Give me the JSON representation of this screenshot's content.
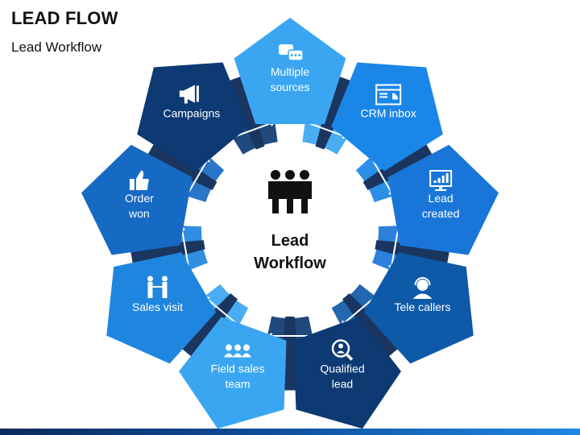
{
  "header": {
    "title": "LEAD FLOW",
    "subtitle": "Lead Workflow"
  },
  "center": {
    "lines": [
      "Lead",
      "Workflow"
    ],
    "icon": "team-people-icon"
  },
  "steps": [
    {
      "lines": [
        "Multiple",
        "sources"
      ],
      "icon": "chat-bubbles-icon",
      "color": "#3aa6f2"
    },
    {
      "lines": [
        "CRM inbox"
      ],
      "icon": "browser-chart-icon",
      "color": "#1a86e8"
    },
    {
      "lines": [
        "Lead",
        "created"
      ],
      "icon": "monitor-chart-icon",
      "color": "#1976d8"
    },
    {
      "lines": [
        "Tele callers"
      ],
      "icon": "headset-agent-icon",
      "color": "#0f5aa8"
    },
    {
      "lines": [
        "Qualified",
        "lead"
      ],
      "icon": "magnifier-person-icon",
      "color": "#0d3a73"
    },
    {
      "lines": [
        "Field sales",
        "team"
      ],
      "icon": "group-people-icon",
      "color": "#3aa6f2"
    },
    {
      "lines": [
        "Sales visit"
      ],
      "icon": "handshake-people-icon",
      "color": "#1f86e0"
    },
    {
      "lines": [
        "Order",
        "won"
      ],
      "icon": "thumbs-up-icon",
      "color": "#176ac4"
    },
    {
      "lines": [
        "Campaigns"
      ],
      "icon": "megaphone-icon",
      "color": "#0d3a73"
    }
  ],
  "colors": {
    "ring_outer": "#1e63b3",
    "ring_inner": "#174f94",
    "connector": "#1a3660",
    "center_fill": "#ffffff"
  }
}
